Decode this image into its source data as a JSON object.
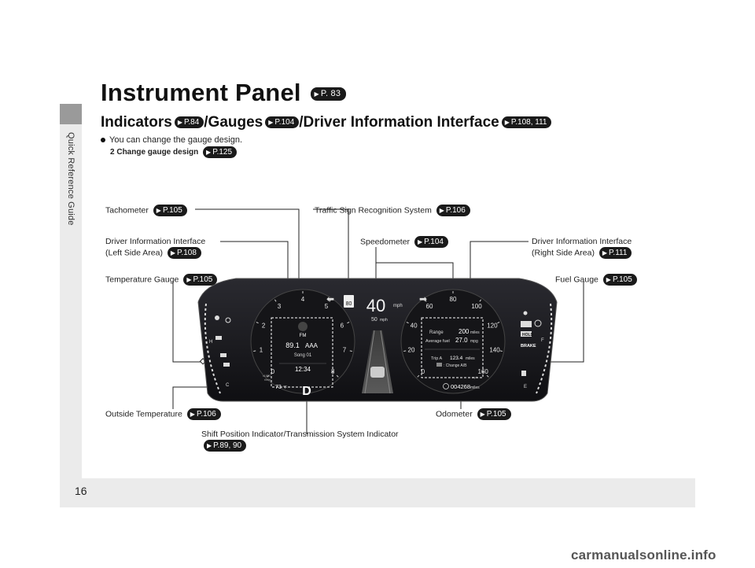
{
  "sidebar": {
    "label": "Quick Reference Guide"
  },
  "page_number": "16",
  "heading": {
    "title": "Instrument Panel",
    "ref": "P. 83"
  },
  "subheading": {
    "part1": "Indicators",
    "ref1": "P.84",
    "part2": "/Gauges",
    "ref2": "P.104",
    "part3": "/Driver Information Interface",
    "ref3": "P.108, 111"
  },
  "note": {
    "text": "You can change the gauge design.",
    "link_icon": "2",
    "link_text": "Change gauge design",
    "link_ref": "P.125"
  },
  "callouts": {
    "tachometer": {
      "label": "Tachometer",
      "ref": "P.105"
    },
    "traffic_sign": {
      "label": "Traffic Sign Recognition System",
      "ref": "P.106"
    },
    "dii_left": {
      "line1": "Driver Information Interface",
      "line2": "(Left Side Area)",
      "ref": "P.108"
    },
    "speedometer": {
      "label": "Speedometer",
      "ref": "P.104"
    },
    "dii_right": {
      "line1": "Driver Information Interface",
      "line2": "(Right Side Area)",
      "ref": "P.111"
    },
    "temperature": {
      "label": "Temperature Gauge",
      "ref": "P.105"
    },
    "fuel": {
      "label": "Fuel Gauge",
      "ref": "P.105"
    },
    "outside_temp": {
      "label": "Outside Temperature",
      "ref": "P.106"
    },
    "odometer": {
      "label": "Odometer",
      "ref": "P.105"
    },
    "shift": {
      "label": "Shift Position Indicator/Transmission System Indicator",
      "ref": "P.89, 90"
    }
  },
  "cluster": {
    "speed": "40",
    "speed_unit": "mph",
    "set_speed": "50",
    "set_speed_unit": "mph",
    "sign_value": "80",
    "radio_band": "FM",
    "radio_freq": "89.1",
    "radio_station": "AAA",
    "song": "Song 01",
    "clock": "12:34",
    "range_label": "Range",
    "range_value": "200",
    "range_unit": "miles",
    "avg_fuel_label": "Average fuel",
    "avg_fuel_value": "27.0",
    "avg_fuel_unit": "mpg",
    "trip_label": "Trip A",
    "trip_value": "123.4",
    "trip_unit": "miles",
    "change_ab": ": Change A/B",
    "odometer_value": "004268",
    "odometer_unit": "miles",
    "outside_temp": "73",
    "outside_temp_unit": "°F",
    "gear": "D",
    "temp_h": "H",
    "temp_c": "C",
    "fuel_f": "F",
    "fuel_e": "E",
    "tach_unit_line1": "x1000",
    "tach_unit_line2": "r/min",
    "speedo_unit": "mph",
    "tach_ticks": [
      "0",
      "1",
      "2",
      "3",
      "4",
      "5",
      "6",
      "7",
      "8"
    ],
    "speedo_ticks": [
      "0",
      "20",
      "40",
      "60",
      "80",
      "100",
      "120",
      "140",
      "160"
    ],
    "brake_text": "BRAKE",
    "hold_text": "HOLD"
  },
  "colors": {
    "ref_badge": "#1a1a1a",
    "cluster_bg": "#1b1b1f",
    "text": "#222222"
  },
  "watermark": "carmanualsonline.info"
}
